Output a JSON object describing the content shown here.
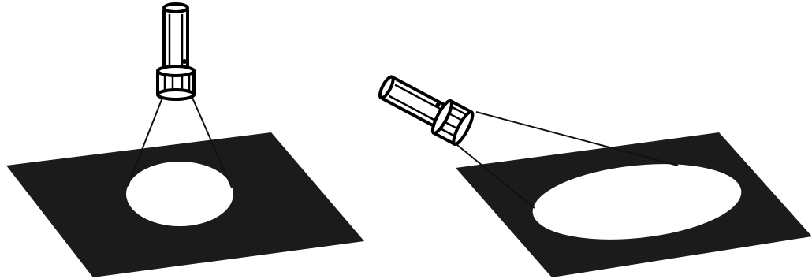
{
  "figure": {
    "panels": [
      {
        "id": "vertical",
        "beam_angle": "perpendicular",
        "spot_shape": "circle"
      },
      {
        "id": "tilted",
        "beam_angle": "oblique",
        "spot_shape": "ellipse"
      }
    ]
  },
  "colors": {
    "surface": "#1b1b1b",
    "spot": "#ffffff",
    "outline": "#000000",
    "flashlight_body": "#ffffff",
    "background": "#ffffff"
  },
  "icons": {
    "flashlight": "flashlight-icon"
  }
}
